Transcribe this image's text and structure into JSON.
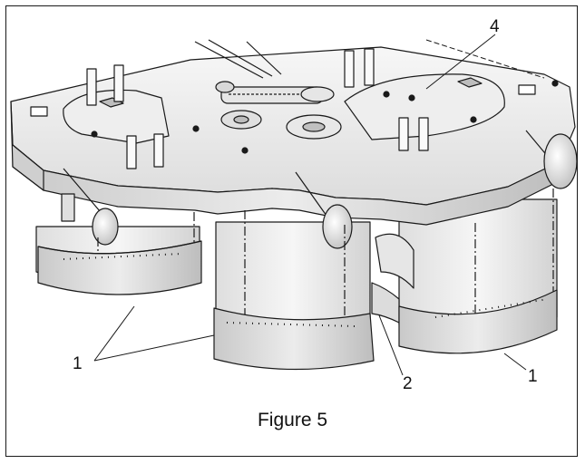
{
  "figure": {
    "caption": "Figure 5",
    "callouts": {
      "belt_cover_label": "4",
      "left_baffles_label": "1",
      "center_baffle_label": "2",
      "right_baffle_label": "1"
    }
  },
  "colors": {
    "line": "#1a1a1a",
    "metal_light": "#f2f2f2",
    "metal_mid": "#d6d6d6",
    "metal_dark": "#a8a8a8"
  }
}
